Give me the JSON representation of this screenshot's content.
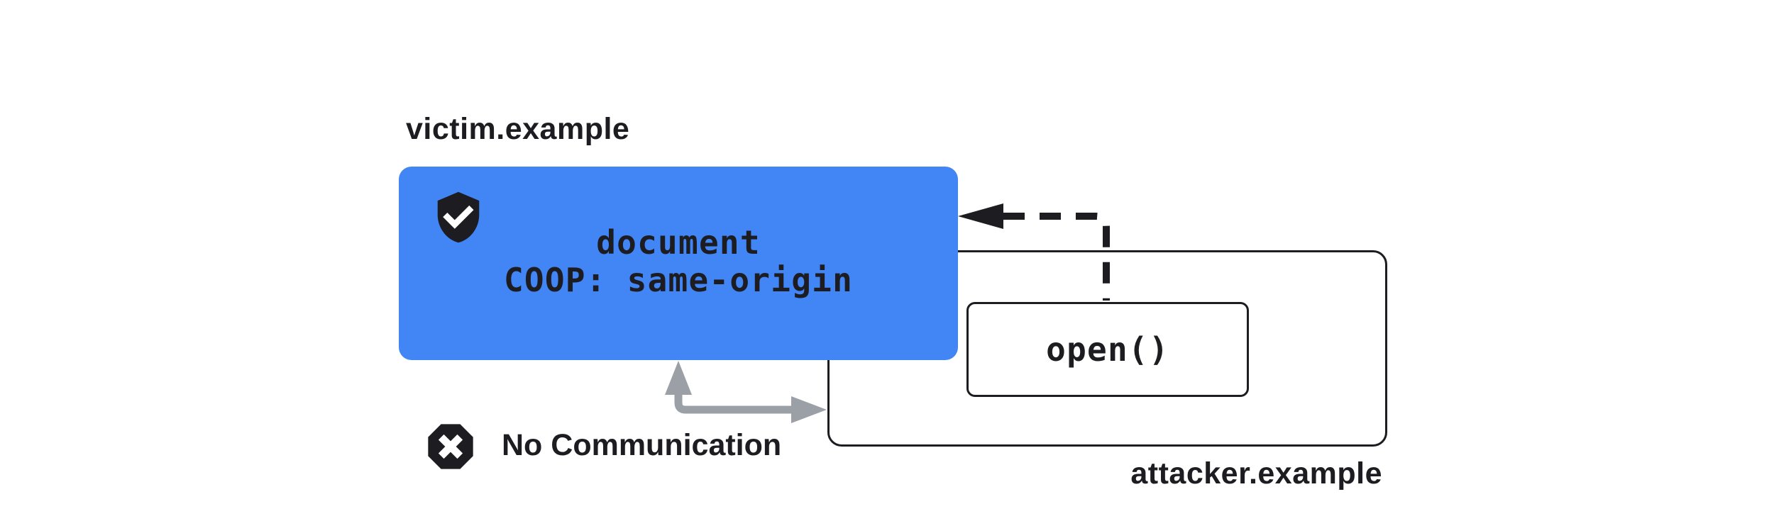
{
  "diagram": {
    "title_context": "COOP same-origin blocks opener communication",
    "victim": {
      "origin_label": "victim.example",
      "document_title": "document",
      "coop_header": "COOP: same-origin"
    },
    "attacker": {
      "origin_label": "attacker.example",
      "call_label": "open()"
    },
    "status": {
      "label": "No Communication"
    },
    "arrows": {
      "opener_reference": "dashed black arrow from open() call pointing left into victim document",
      "blocked_channel": "gray elbow arrow with two heads between victim document bottom and attacker window edge"
    }
  },
  "icons": {
    "shield_check": "black shield with white checkmark",
    "no_communication": "black octagon with white X"
  },
  "colors": {
    "accent-blue": "#4285F4",
    "ink": "#1C1C21",
    "arrow-gray": "#9AA0A6",
    "surface": "#FFFFFF"
  }
}
